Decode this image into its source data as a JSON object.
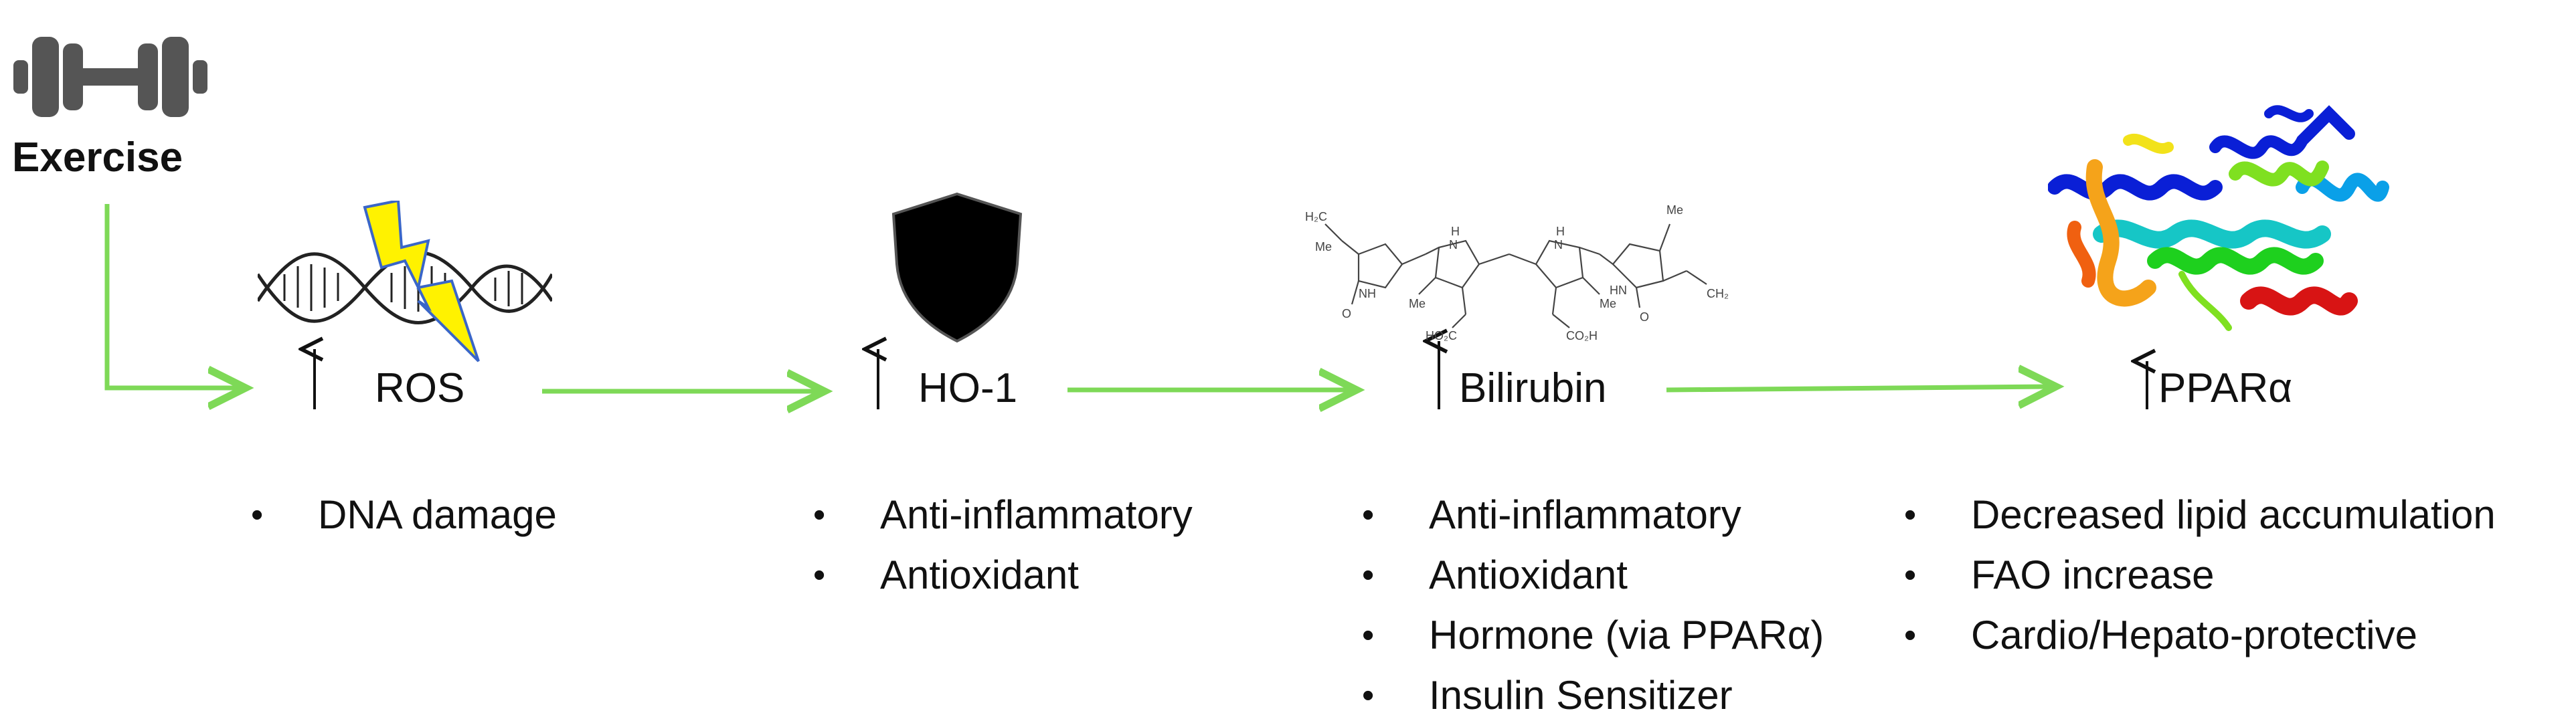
{
  "exercise": {
    "label": "Exercise",
    "icon": "dumbbell-icon"
  },
  "stages": [
    {
      "id": "ros",
      "label": "ROS",
      "icon": "dna-damage-icon",
      "trend": "increase",
      "effects": [
        "DNA damage"
      ]
    },
    {
      "id": "ho1",
      "label": "HO-1",
      "icon": "shield-icon",
      "trend": "increase",
      "effects": [
        "Anti-inflammatory",
        "Antioxidant"
      ]
    },
    {
      "id": "bilirubin",
      "label": "Bilirubin",
      "icon": "bilirubin-structure-icon",
      "trend": "increase",
      "effects": [
        "Anti-inflammatory",
        "Antioxidant",
        "Hormone (via PPARα)",
        "Insulin Sensitizer"
      ]
    },
    {
      "id": "ppara",
      "label": "PPARα",
      "icon": "ppar-alpha-protein-icon",
      "trend": "increase",
      "effects": [
        "Decreased lipid accumulation",
        "FAO increase",
        "Cardio/Hepato-protective"
      ]
    }
  ],
  "molecule_labels": {
    "h2c": "H₂C",
    "me_left": "Me",
    "me_top": "Me",
    "me_mid_left": "Me",
    "me_mid_right": "Me",
    "nh_left": "NH",
    "hn_right": "HN",
    "h_left": "H",
    "h_right": "H",
    "n_left": "N",
    "n_right": "N",
    "o_left": "O",
    "o_right": "O",
    "ch2": "CH₂",
    "ho2c": "HO₂C",
    "co2h": "CO₂H"
  },
  "colors": {
    "arrow": "#7ed957",
    "lightning": "#fff200",
    "lightning_outline": "#3a66c8",
    "shield": "#000000",
    "helix": [
      "#0a1fd6",
      "#0aa0e8",
      "#16c6c6",
      "#1ed01e",
      "#7fe020",
      "#f2e21a",
      "#f5a31a",
      "#f06010",
      "#d81414"
    ]
  }
}
